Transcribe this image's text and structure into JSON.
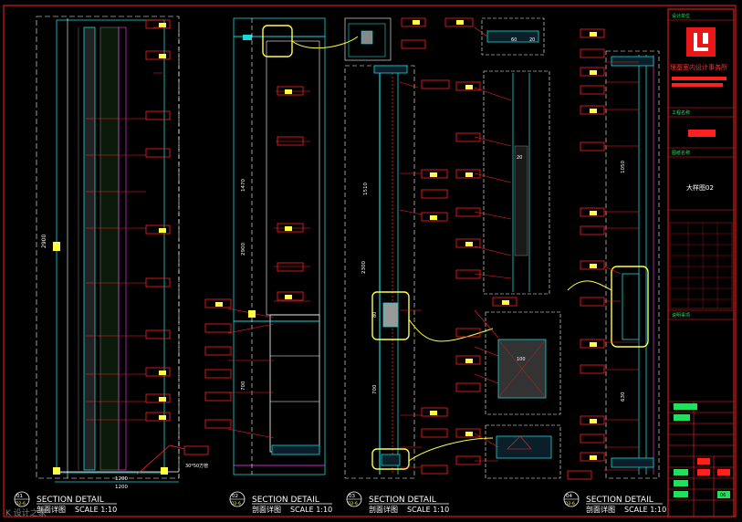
{
  "title_block": {
    "field_designer": "设计单位",
    "firm_name": "理基室内设计事务所",
    "field_project": "工程名称",
    "field_drawing": "图纸名称",
    "drawing_name": "大样图02",
    "field_notes": "说明事项",
    "logo_letter": "L",
    "sheet_no": "06"
  },
  "sections": [
    {
      "num": "01",
      "ref": "D2-6",
      "title": "SECTION DETAIL",
      "subtitle": "剖面详图",
      "scale": "SCALE 1:10"
    },
    {
      "num": "02",
      "ref": "D2-6",
      "title": "SECTION DETAIL",
      "subtitle": "剖面详图",
      "scale": "SCALE 1:10"
    },
    {
      "num": "03",
      "ref": "D2-6",
      "title": "SECTION DETAIL",
      "subtitle": "剖面详图",
      "scale": "SCALE 1:10"
    },
    {
      "num": "04",
      "ref": "D2-6",
      "title": "SECTION DETAIL",
      "subtitle": "剖面详图",
      "scale": "SCALE 1:10"
    }
  ],
  "dimensions": {
    "s1_height": "2900",
    "s1_bottom_a": "1200",
    "s1_bottom_b": "1200",
    "s1_note": "30*50方管",
    "s2_upper": "1470",
    "s2_total": "2900",
    "s2_lower": "700",
    "s3_upper": "1510",
    "s3_total": "2300",
    "s3_lower": "700",
    "s3_mid": "80",
    "s4_upper": "1050",
    "s4_lower": "630",
    "d_top_a": "60",
    "d_top_b": "20",
    "d_mid": "100",
    "d_mid2": "20"
  },
  "watermark": "K 设计之家"
}
